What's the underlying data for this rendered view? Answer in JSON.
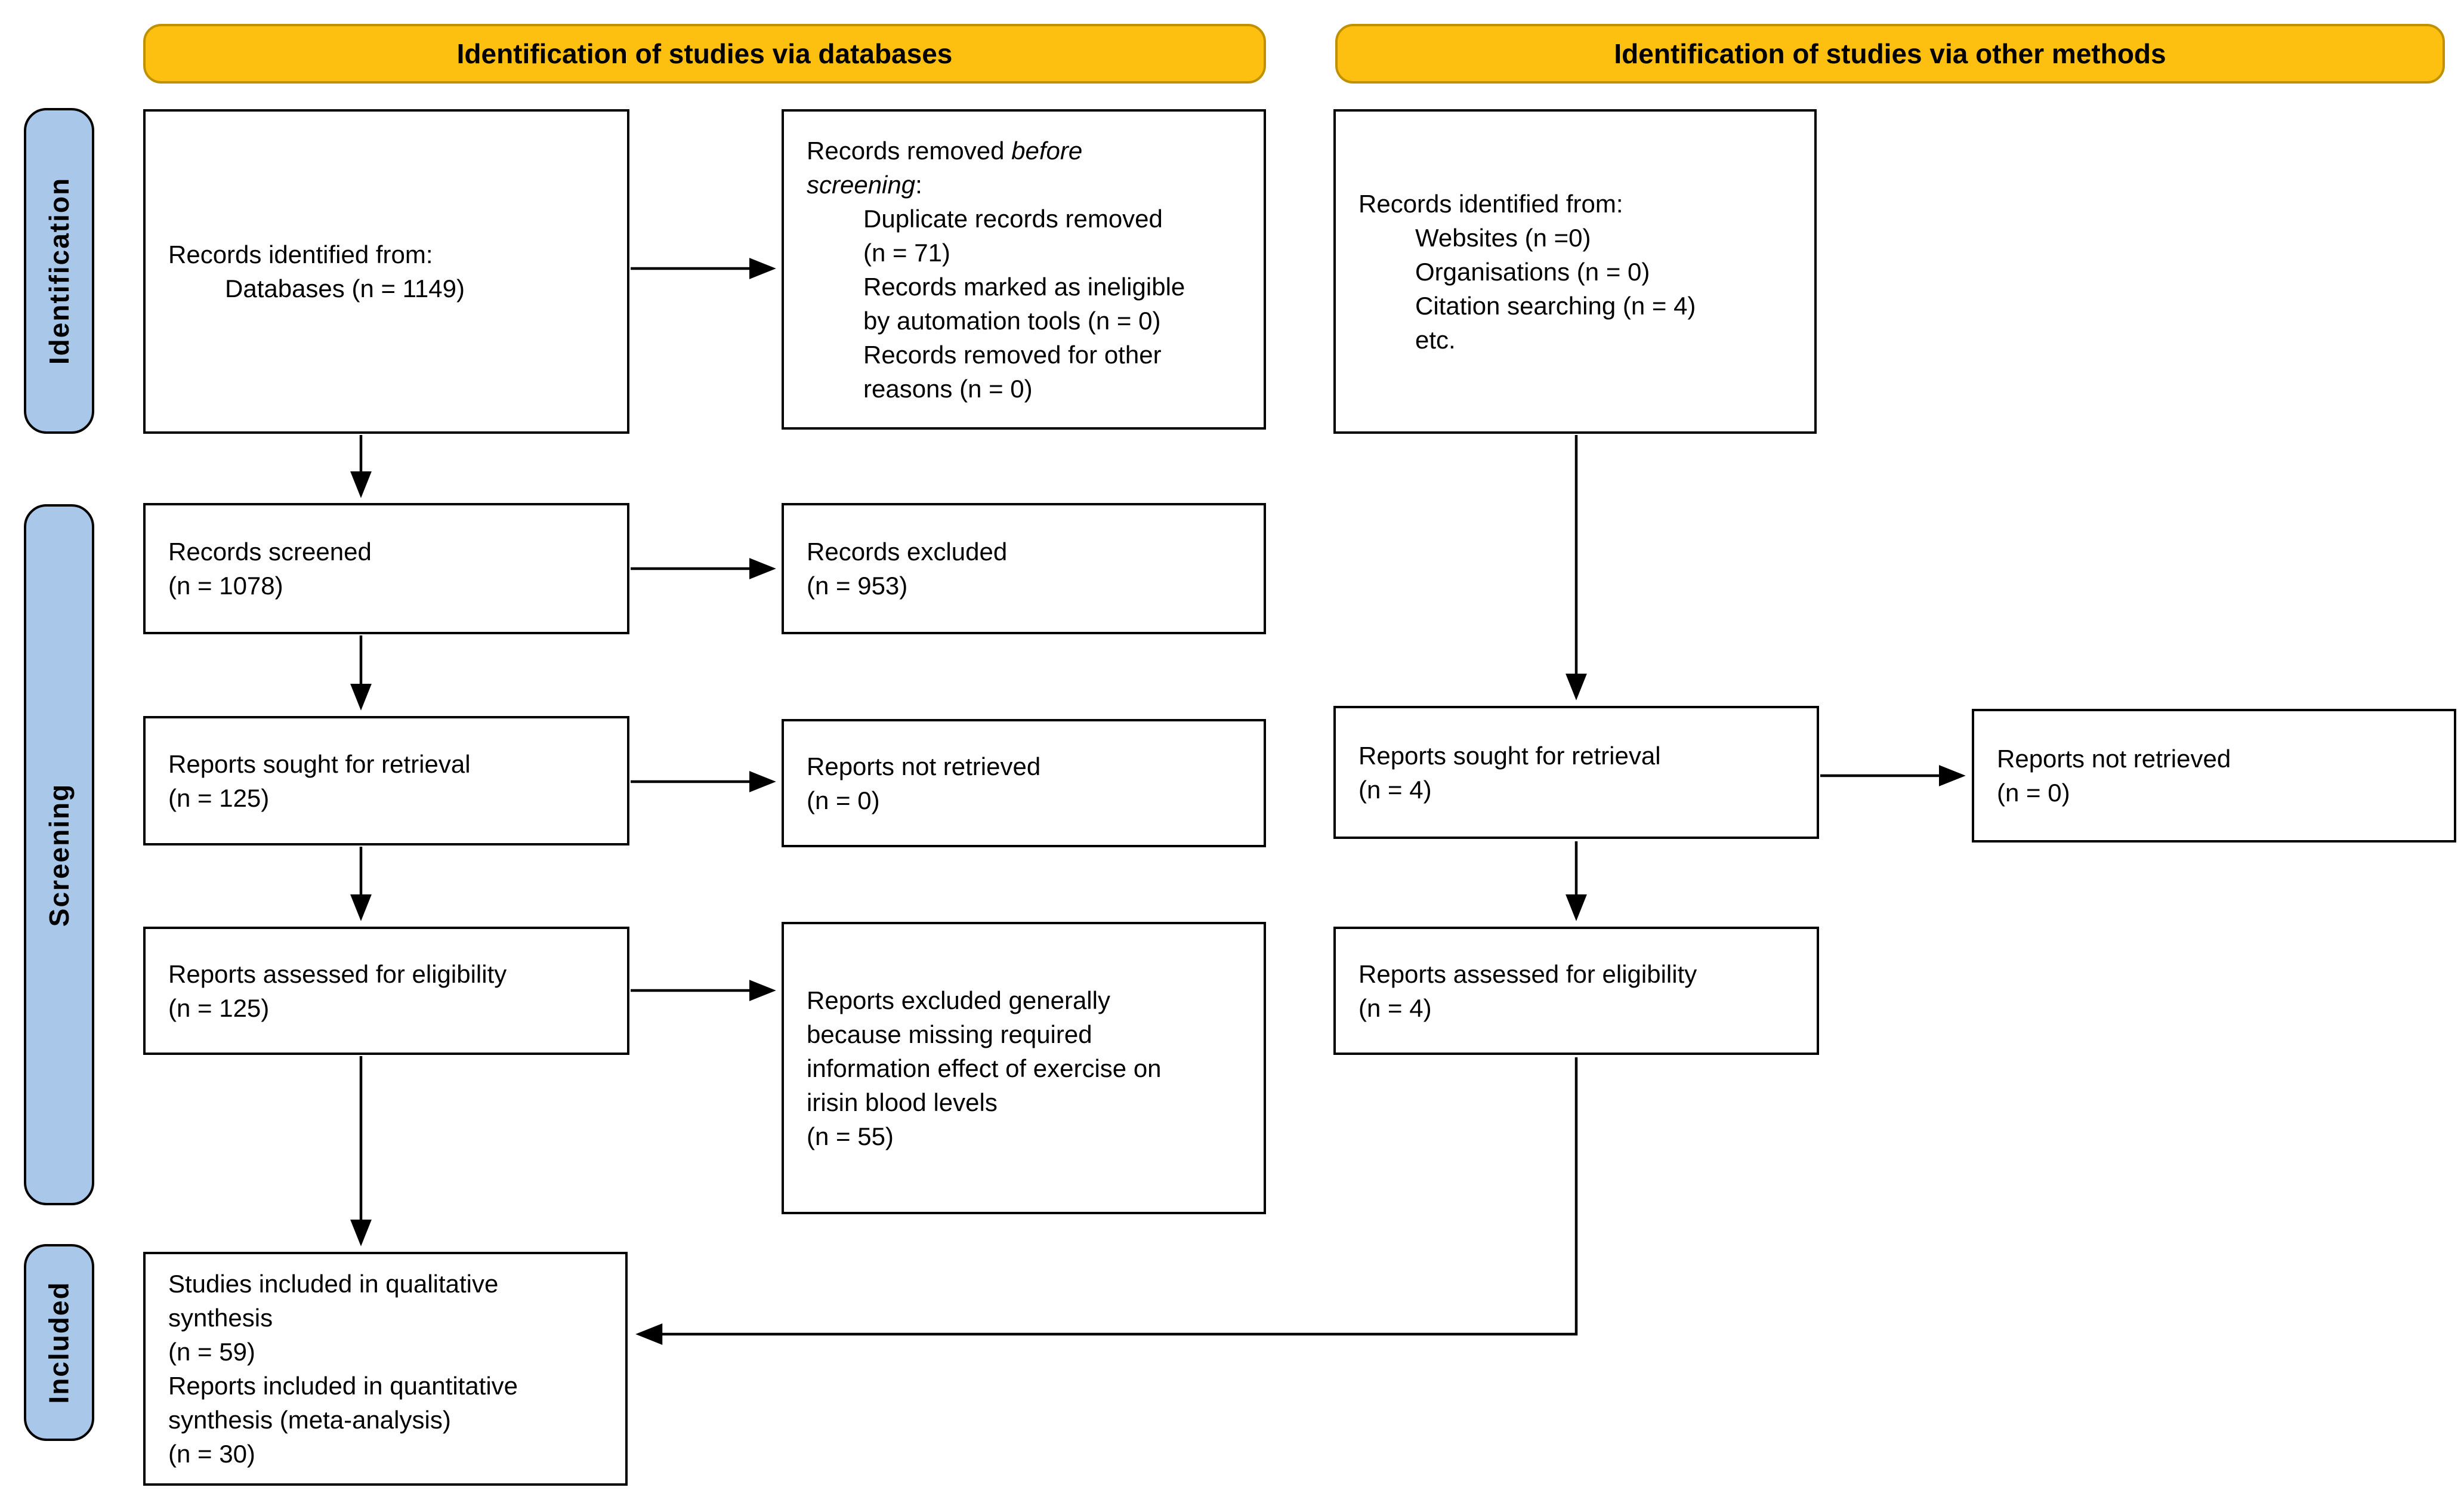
{
  "headers": {
    "databases": "Identification of studies via databases",
    "other": "Identification of studies via other methods"
  },
  "stages": {
    "identification": "Identification",
    "screening": "Screening",
    "included": "Included"
  },
  "boxes": {
    "a1": {
      "lines": [
        {
          "text": "Records identified from:"
        },
        {
          "text": "Databases (n = 1149)",
          "indent": 1
        }
      ]
    },
    "b1": {
      "lines": [
        {
          "segments": [
            {
              "text": "Records removed "
            },
            {
              "text": "before",
              "italic": true
            }
          ]
        },
        {
          "segments": [
            {
              "text": "screening",
              "italic": true
            },
            {
              "text": ":"
            }
          ]
        },
        {
          "text": "Duplicate records removed",
          "indent": 1
        },
        {
          "text": "(n = 71)",
          "indent": 1
        },
        {
          "text": "Records marked as ineligible",
          "indent": 1
        },
        {
          "text": "by automation tools (n = 0)",
          "indent": 1
        },
        {
          "text": "Records removed for other",
          "indent": 1
        },
        {
          "text": "reasons (n = 0)",
          "indent": 1
        }
      ]
    },
    "c1": {
      "lines": [
        {
          "text": "Records identified from:"
        },
        {
          "text": "Websites (n =0)",
          "indent": 1
        },
        {
          "text": "Organisations (n = 0)",
          "indent": 1
        },
        {
          "text": "Citation searching (n = 4)",
          "indent": 1
        },
        {
          "text": "etc.",
          "indent": 1
        }
      ]
    },
    "a2": {
      "lines": [
        {
          "text": "Records screened"
        },
        {
          "text": "(n = 1078)"
        }
      ]
    },
    "b2": {
      "lines": [
        {
          "text": "Records excluded"
        },
        {
          "text": "(n = 953)"
        }
      ]
    },
    "a3": {
      "lines": [
        {
          "text": "Reports sought for retrieval"
        },
        {
          "text": "(n = 125)"
        }
      ]
    },
    "b3": {
      "lines": [
        {
          "text": "Reports not retrieved"
        },
        {
          "text": "(n = 0)"
        }
      ]
    },
    "c3": {
      "lines": [
        {
          "text": "Reports sought for retrieval"
        },
        {
          "text": "(n = 4)"
        }
      ]
    },
    "d3": {
      "lines": [
        {
          "text": "Reports not retrieved"
        },
        {
          "text": "(n = 0)"
        }
      ]
    },
    "a4": {
      "lines": [
        {
          "text": "Reports assessed for eligibility"
        },
        {
          "text": "(n = 125)"
        }
      ]
    },
    "b4": {
      "lines": [
        {
          "text": "Reports excluded generally"
        },
        {
          "text": "because missing required"
        },
        {
          "text": "information effect of exercise on"
        },
        {
          "text": "irisin blood levels"
        },
        {
          "text": "(n = 55)"
        }
      ]
    },
    "c4": {
      "lines": [
        {
          "text": "Reports assessed for eligibility"
        },
        {
          "text": "(n = 4)"
        }
      ]
    },
    "a5": {
      "lines": [
        {
          "text": "Studies included in qualitative"
        },
        {
          "text": "synthesis"
        },
        {
          "text": "(n = 59)"
        },
        {
          "text": "Reports included in quantitative"
        },
        {
          "text": "synthesis (meta-analysis)"
        },
        {
          "text": "(n = 30)"
        }
      ]
    }
  },
  "colors": {
    "header_fill": "#FDC010",
    "header_border": "#BF9000",
    "stage_fill": "#A8C7E9",
    "stage_border": "#000000",
    "box_border": "#000000",
    "box_fill": "#FFFFFF",
    "arrow": "#000000",
    "text": "#000000",
    "background": "#FFFFFF"
  }
}
